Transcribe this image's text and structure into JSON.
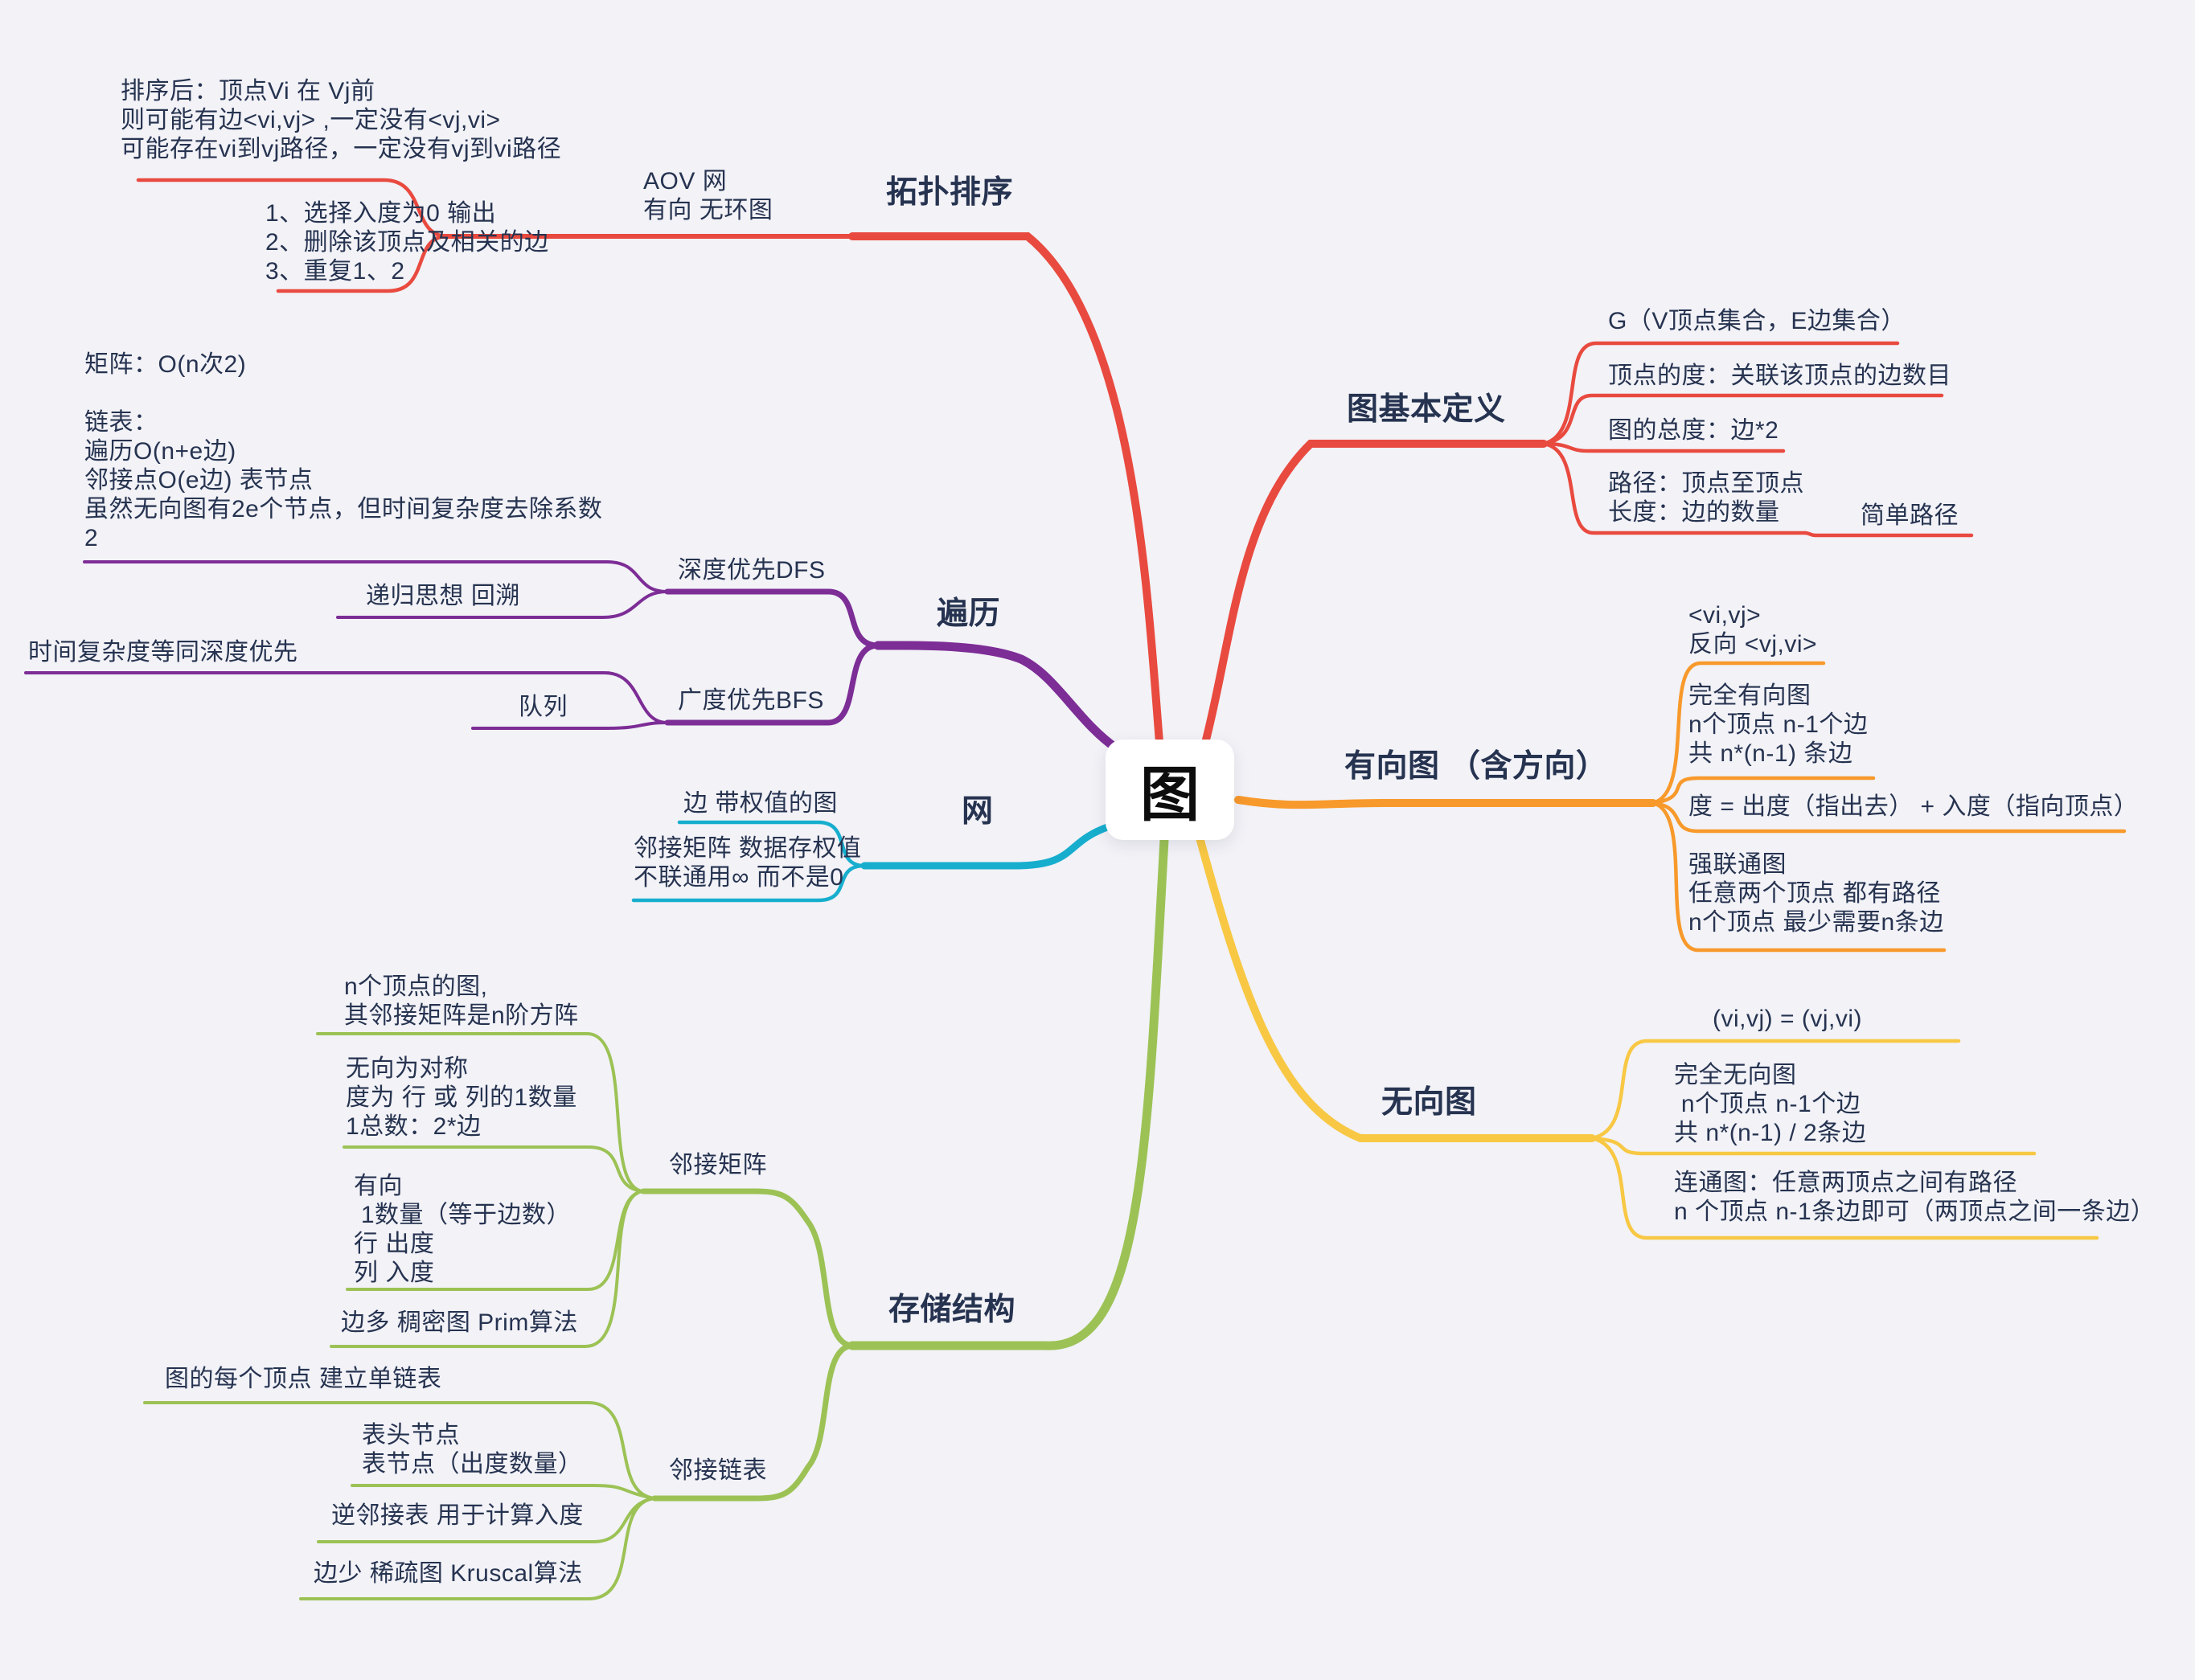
{
  "title": "图",
  "colors": {
    "background": "#f2f2f7",
    "text": "#263350",
    "topo_red": "#e94a3f",
    "basics_red": "#e94a3f",
    "traversal_purple": "#7d2d96",
    "net_cyan": "#17aece",
    "directed_orange": "#f8992b",
    "undirected_yellow": "#f8c844",
    "storage_green": "#9cc255",
    "center_bg": "#ffffff"
  },
  "branches": {
    "topo": {
      "label": "拓扑排序",
      "aov": "AOV 网\n有向 无环图",
      "sorted_note": "排序后：顶点Vi 在 Vj前\n则可能有边<vi,vj> ,一定没有<vj,vi>\n可能存在vi到vj路径，一定没有vj到vi路径",
      "steps": "1、选择入度为0 输出\n2、删除该顶点及相关的边\n3、重复1、2"
    },
    "basics": {
      "label": "图基本定义",
      "g_def": "G（V顶点集合，E边集合）",
      "degree": "顶点的度：关联该顶点的边数目",
      "total_degree": "图的总度：边*2",
      "path": "路径：顶点至顶点\n长度：边的数量",
      "simple_path": "简单路径"
    },
    "traversal": {
      "label": "遍历",
      "dfs": "深度优先DFS",
      "complexity_note": "矩阵：O(n次2)\n\n链表：\n遍历O(n+e边)\n邻接点O(e边) 表节点\n虽然无向图有2e个节点，但时间复杂度去除系数\n2",
      "recursion": "递归思想 回溯",
      "bfs": "广度优先BFS",
      "bfs_time": "时间复杂度等同深度优先",
      "queue": "队列"
    },
    "net": {
      "label": "网",
      "weighted": "边 带权值的图",
      "adj_matrix_weight": "邻接矩阵 数据存权值\n不联通用∞ 而不是0"
    },
    "directed": {
      "label": "有向图 （含方向）",
      "edge_pair": "<vi,vj>\n反向 <vj,vi>",
      "complete": "完全有向图\nn个顶点 n-1个边\n共 n*(n-1) 条边",
      "degree_formula": "度 = 出度（指出去） + 入度（指向顶点）",
      "strong": "强联通图\n任意两个顶点 都有路径\nn个顶点 最少需要n条边"
    },
    "undirected": {
      "label": "无向图",
      "edge_pair": "(vi,vj) = (vj,vi)",
      "complete": "完全无向图\n n个顶点 n-1个边\n共 n*(n-1) / 2条边",
      "connected": "连通图：任意两顶点之间有路径\nn 个顶点 n-1条边即可（两顶点之间一条边）"
    },
    "storage": {
      "label": "存储结构",
      "adj_matrix": "邻接矩阵",
      "matrix_square": "n个顶点的图,\n其邻接矩阵是n阶方阵",
      "undirected_sym": "无向为对称\n度为 行 或 列的1数量\n1总数：2*边",
      "directed_counts": "有向\n 1数量（等于边数）\n行 出度\n列 入度",
      "dense": "边多 稠密图 Prim算法",
      "adj_list": "邻接链表",
      "single_list": "图的每个顶点 建立单链表",
      "head_node": "表头节点\n表节点（出度数量）",
      "inverse": "逆邻接表 用于计算入度",
      "sparse": "边少 稀疏图 Kruscal算法"
    }
  }
}
